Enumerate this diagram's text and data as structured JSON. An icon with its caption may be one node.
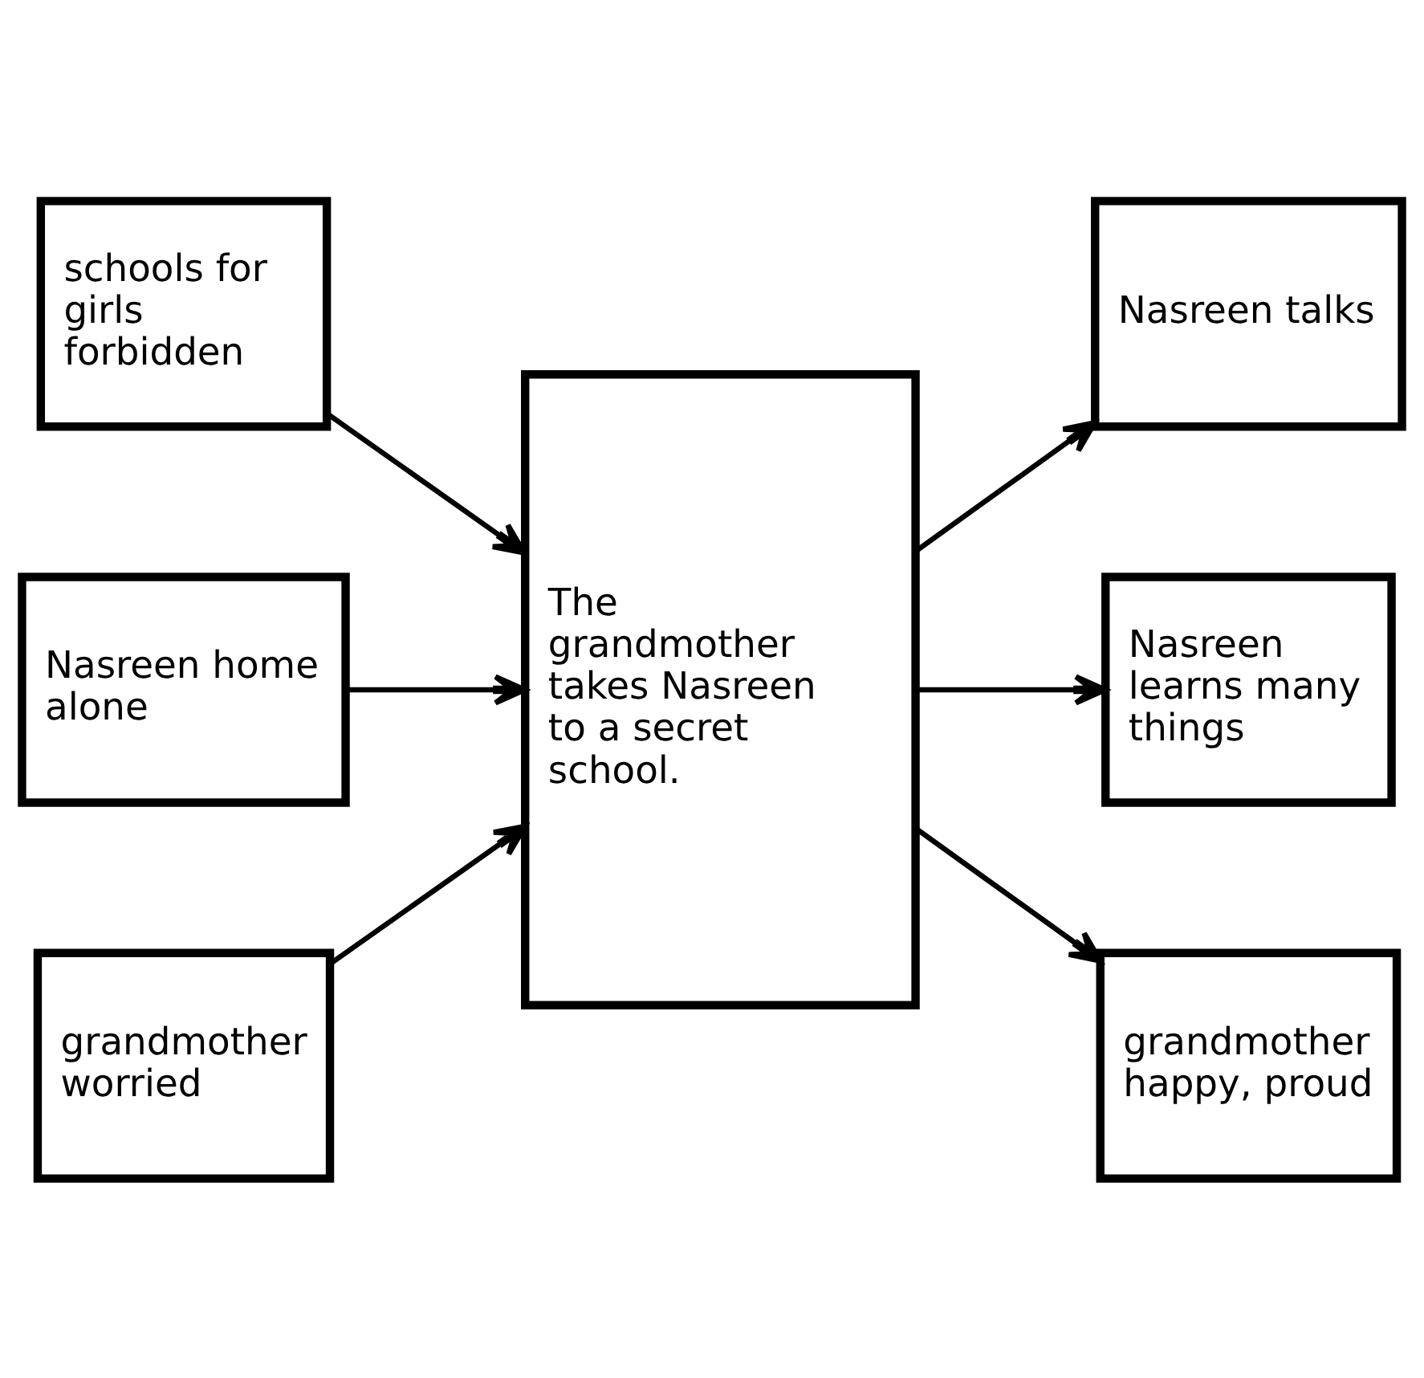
{
  "diagram": {
    "nodes": [
      {
        "text": [
          "schools for girls forbidden"
        ]
      },
      {
        "text": [
          "Nasreen talks"
        ]
      },
      {
        "text": [
          "Nasreen home alone"
        ]
      },
      {
        "text": [
          "The grandmother takes Nasreen to a secret school."
        ]
      },
      {
        "text": [
          "Nasreen learns many things"
        ]
      },
      {
        "text": [
          "grandmother worried"
        ]
      },
      {
        "text": [
          "grandmother happy, proud"
        ]
      }
    ],
    "edges": [
      {
        "from": 0,
        "to": 3,
        "arrow": "to"
      },
      {
        "from": 2,
        "to": 3,
        "arrow": "to"
      },
      {
        "from": 5,
        "to": 3,
        "arrow": "to"
      },
      {
        "from": 3,
        "to": 1,
        "arrow": "to"
      },
      {
        "from": 3,
        "to": 4,
        "arrow": "to"
      },
      {
        "from": 3,
        "to": 6,
        "arrow": "to"
      }
    ]
  }
}
